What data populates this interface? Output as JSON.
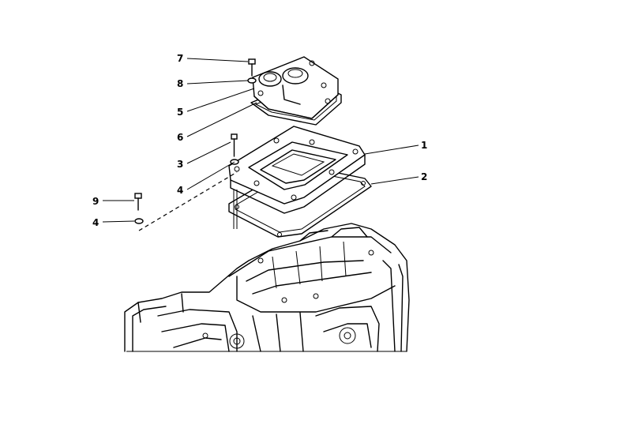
{
  "callouts": [
    {
      "id": "c7",
      "label": "7"
    },
    {
      "id": "c8",
      "label": "8"
    },
    {
      "id": "c5",
      "label": "5"
    },
    {
      "id": "c6",
      "label": "6"
    },
    {
      "id": "c3",
      "label": "3"
    },
    {
      "id": "c4a",
      "label": "4"
    },
    {
      "id": "c9",
      "label": "9"
    },
    {
      "id": "c4b",
      "label": "4"
    },
    {
      "id": "c1",
      "label": "1"
    },
    {
      "id": "c2",
      "label": "2"
    }
  ]
}
